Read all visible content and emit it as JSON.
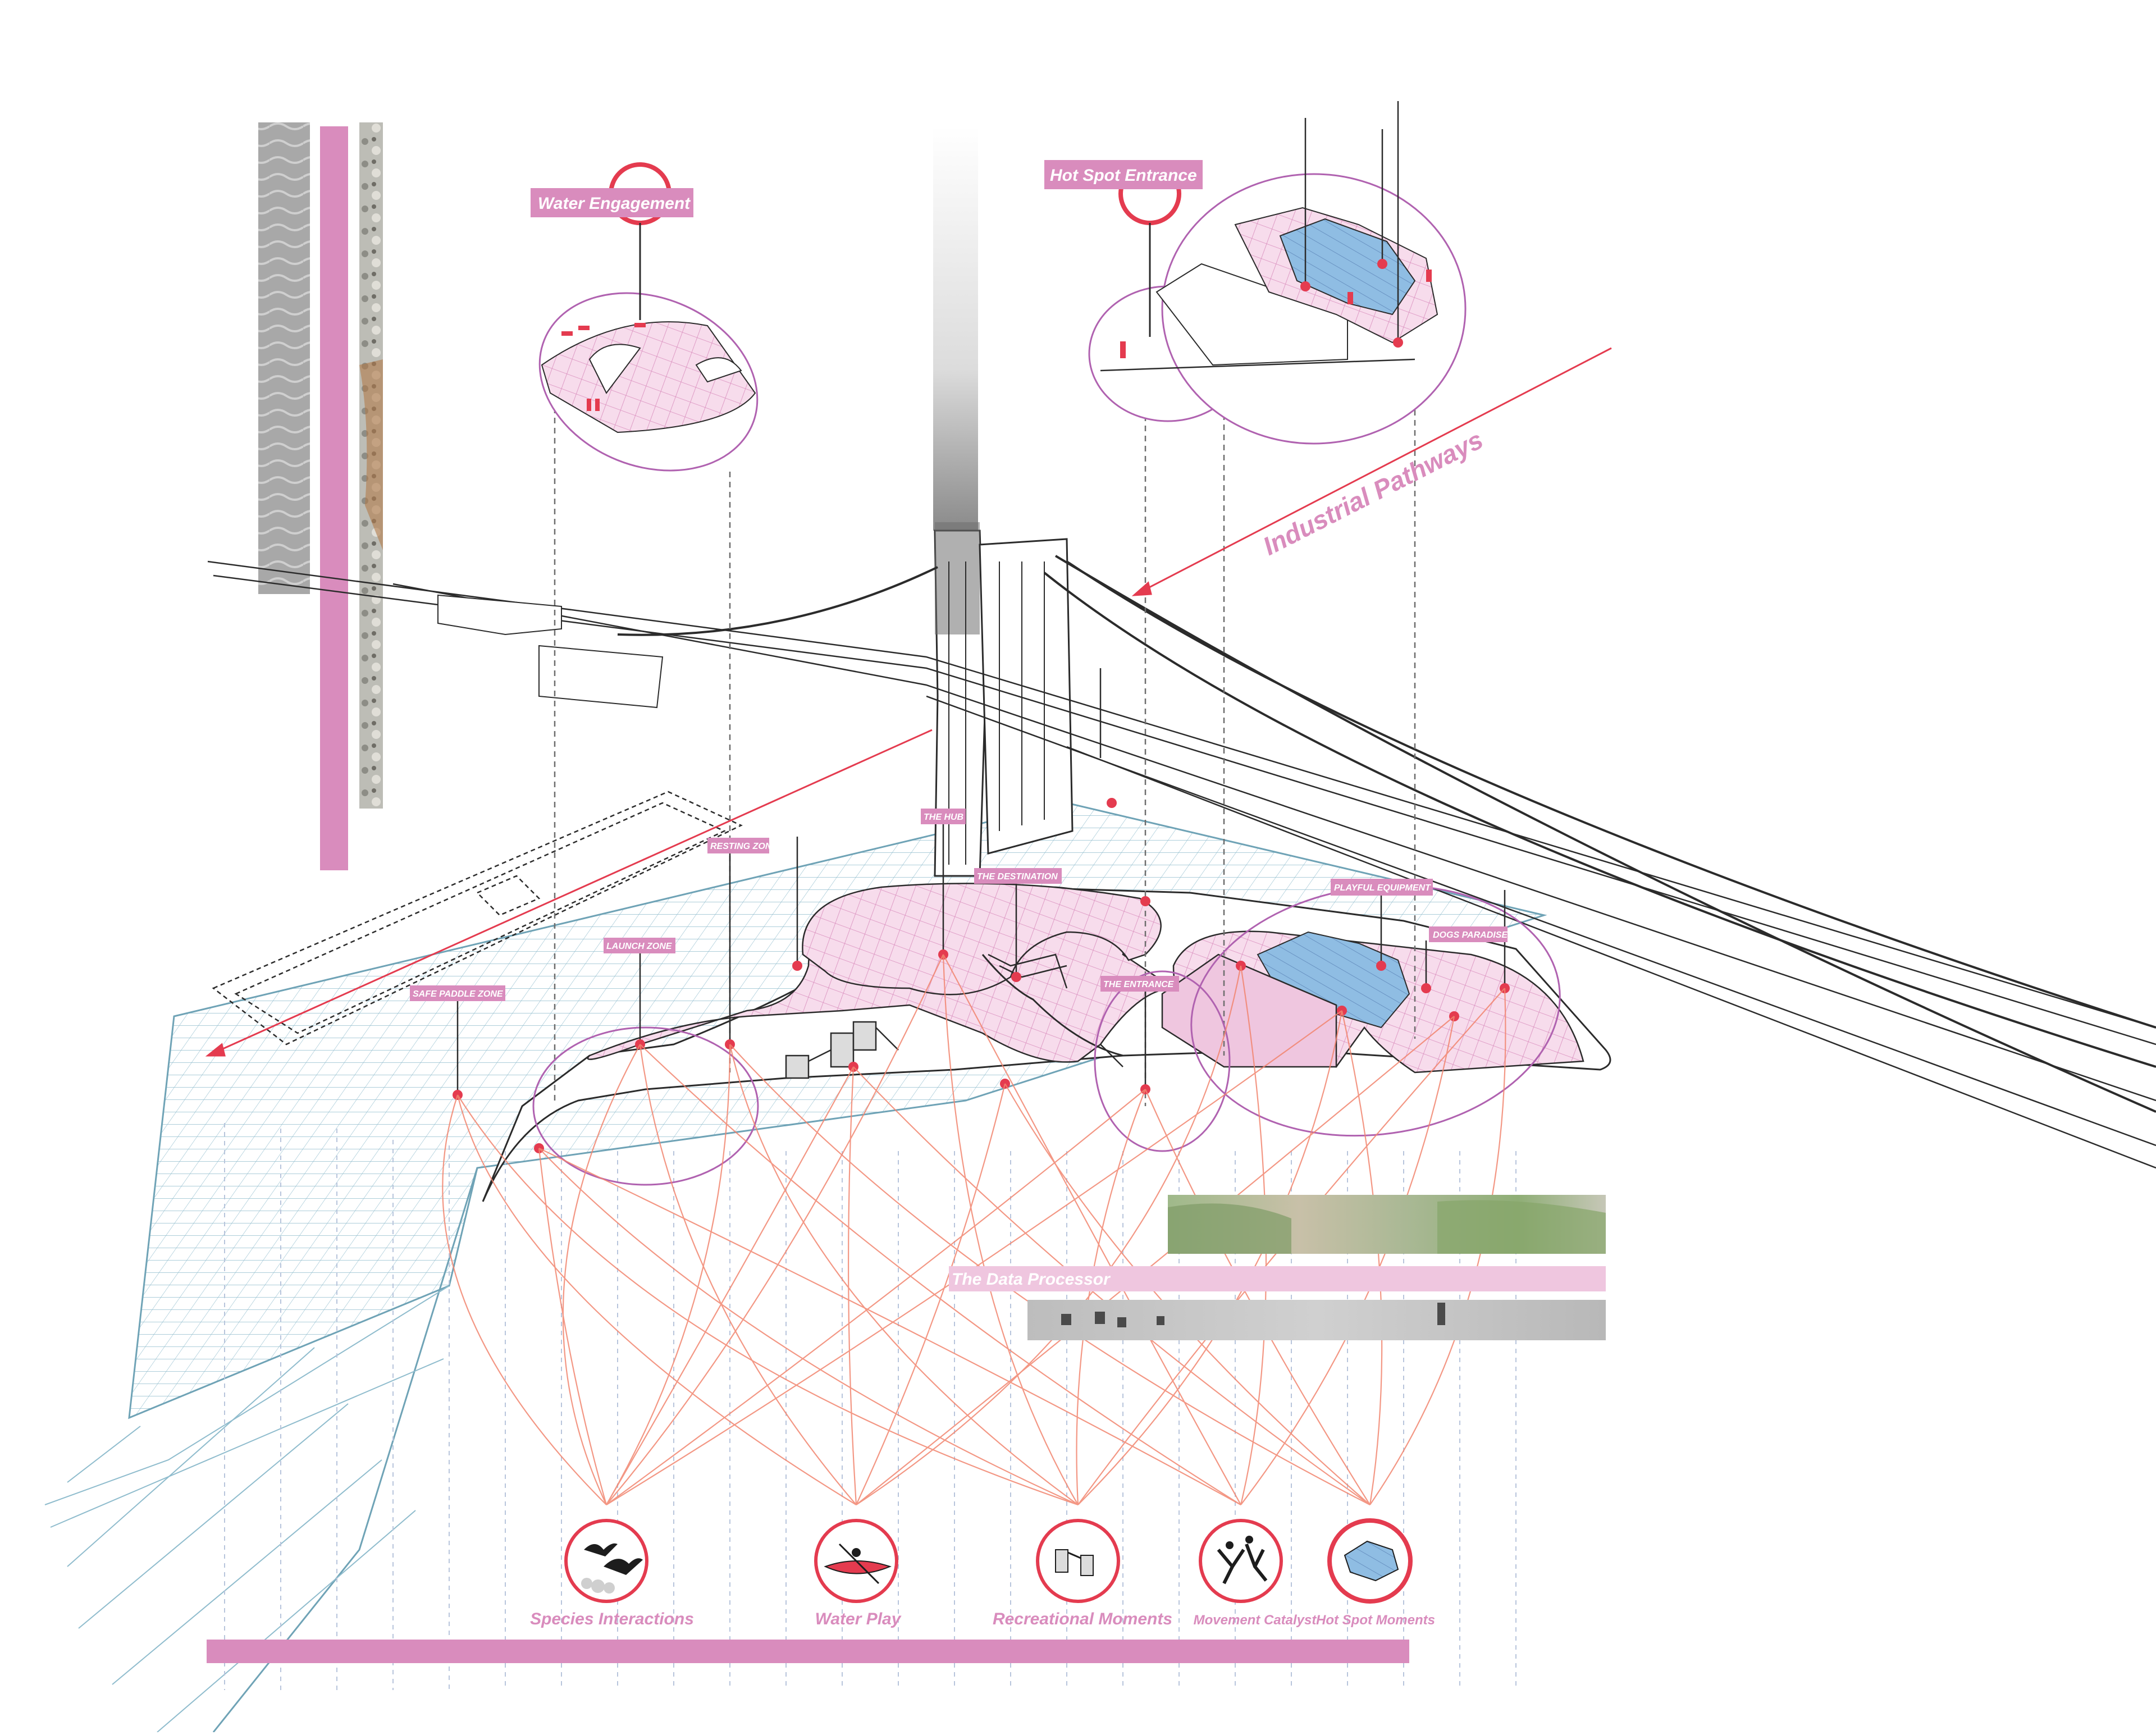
{
  "colors": {
    "pink": "#d98cbd",
    "pink_light": "#efc6df",
    "pink_fill": "#f5d3e8",
    "red": "#e43b4f",
    "red_line": "#f2856f",
    "blue": "#6fa3b6",
    "blue_fill": "#8fbde3",
    "purple": "#b062b0",
    "dash": "#6d6d6d",
    "dark": "#2b2b2b"
  },
  "callouts": {
    "water_engagement": "Water Engagement",
    "hot_spot_entrance": "Hot Spot Entrance",
    "industrial_pathways": "Industrial Pathways",
    "data_processor": "The Data Processor"
  },
  "zones": {
    "the_hub": "THE HUB",
    "resting_zone": "RESTING ZONE",
    "the_destination": "THE DESTINATION",
    "playful_equipment": "PLAYFUL EQUIPMENT",
    "dogs_paradise": "DOGS PARADISE",
    "launch_zone": "LAUNCH ZONE",
    "safe_paddle_zone": "SAFE PADDLE ZONE",
    "the_entrance": "THE ENTRANCE"
  },
  "categories": [
    {
      "label": "Species Interactions",
      "icon": "birds-icon"
    },
    {
      "label": "Water Play",
      "icon": "kayak-icon"
    },
    {
      "label": "Recreational Moments",
      "icon": "playground-icon"
    },
    {
      "label": "Movement Catalyst",
      "icon": "dancers-icon"
    },
    {
      "label": "Hot Spot Moments",
      "icon": "hotspot-pool-icon"
    }
  ]
}
